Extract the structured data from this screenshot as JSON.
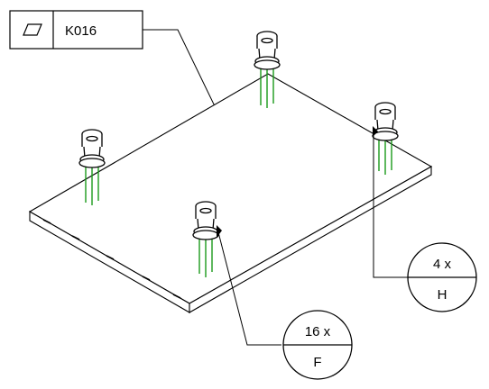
{
  "part_label": {
    "icon": "panel-parallelogram-icon",
    "code": "K016"
  },
  "callouts": [
    {
      "id": "H",
      "quantity": "4 x",
      "part": "H"
    },
    {
      "id": "F",
      "quantity": "16 x",
      "part": "F"
    }
  ],
  "colors": {
    "line": "#000000",
    "bolt": "#1a9a1a",
    "background": "#ffffff"
  }
}
